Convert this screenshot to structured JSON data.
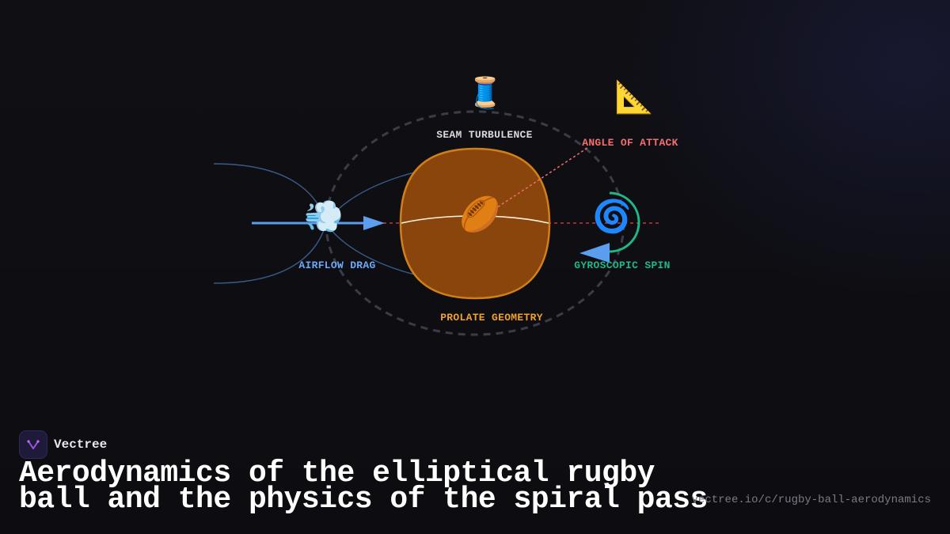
{
  "brand": {
    "name": "Vectree"
  },
  "title": "Aerodynamics of the elliptical rugby ball and the physics of the spiral pass",
  "url": "vectree.io/c/rugby-ball-aerodynamics",
  "diagram": {
    "nodes": {
      "seam": {
        "label": "SEAM TURBULENCE",
        "icon": "spool-of-thread-icon",
        "glyph": "🧵",
        "color": "#d8d8de"
      },
      "angle": {
        "label": "ANGLE OF ATTACK",
        "icon": "triangular-ruler-icon",
        "glyph": "📐",
        "color": "#f07070"
      },
      "airflow": {
        "label": "AIRFLOW DRAG",
        "icon": "wind-gust-icon",
        "glyph": "💨",
        "color": "#6aa8f8"
      },
      "spin": {
        "label": "GYROSCOPIC SPIN",
        "icon": "cyclone-icon",
        "glyph": "🌀",
        "color": "#1fb885"
      },
      "geometry": {
        "label": "PROLATE GEOMETRY",
        "icon": "rugby-football-icon",
        "glyph": "🏉",
        "color": "#f0a030"
      }
    },
    "colors": {
      "ball_fill": "#8a450c",
      "ball_stroke": "#d0801a",
      "axis": "#c83838",
      "orbit": "#3a3d48",
      "streamline": "#3a5a88",
      "arrow": "#5b9ef0",
      "spin_arc": "#1fb885"
    }
  }
}
